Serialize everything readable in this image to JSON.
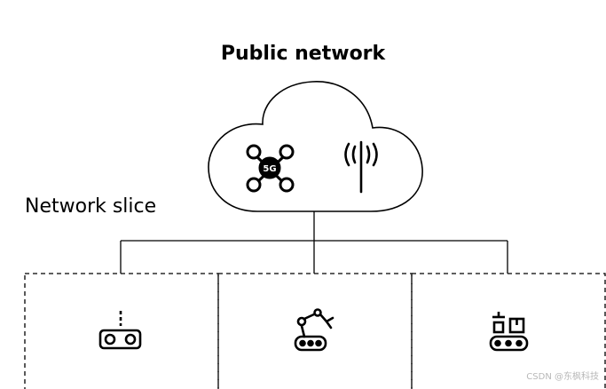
{
  "title": "Public network",
  "slice_label": "Network slice",
  "drone_badge": "5G",
  "watermark": "CSDN @东枫科技",
  "colors": {
    "stroke": "#000000",
    "background": "#ffffff",
    "watermark": "#b8b8b8"
  },
  "cloud_icons": [
    "drone-5g-icon",
    "antenna-icon"
  ],
  "slices": [
    {
      "icon": "vr-headset-icon"
    },
    {
      "icon": "robot-arm-icon"
    },
    {
      "icon": "conveyor-icon"
    }
  ]
}
